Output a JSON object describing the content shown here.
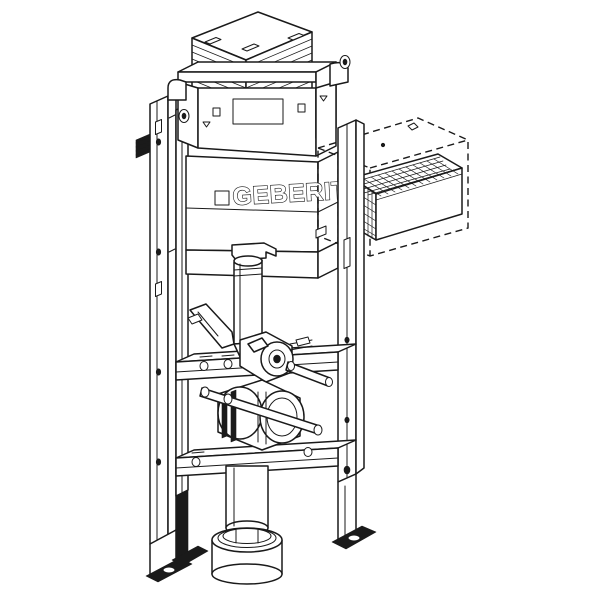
{
  "drawing": {
    "title": "Geberit concealed cistern installation frame",
    "view": "isometric line drawing",
    "background_color": "#ffffff",
    "line_color": "#1a1a1a",
    "brand_label": "GEBERIT"
  },
  "components": {
    "top_cover": {
      "name": "ribbed protective cover",
      "label": ""
    },
    "cistern": {
      "name": "concealed cistern body",
      "label": "GEBERIT"
    },
    "access_panel": {
      "name": "inspection opening",
      "label": ""
    },
    "insulation_block": {
      "name": "ribbed insulation mat (phantom)",
      "label": ""
    },
    "phantom_outline": {
      "name": "dashed installation envelope",
      "label": ""
    },
    "flush_pipe": {
      "name": "flush pipe connector",
      "label": ""
    },
    "wc_connector": {
      "name": "WC outlet bend",
      "label": ""
    },
    "threaded_rods": {
      "name": "WC mounting studs",
      "label": ""
    },
    "drain_pipe": {
      "name": "waste outlet pipe",
      "label": ""
    },
    "waste_ring": {
      "name": "waste pipe socket ring",
      "label": ""
    },
    "left_rail": {
      "name": "left vertical frame rail",
      "label": ""
    },
    "right_rail": {
      "name": "right vertical frame rail",
      "label": ""
    },
    "feet": {
      "name": "adjustable feet",
      "label": ""
    },
    "crossbars": {
      "name": "horizontal frame crossbars",
      "label": ""
    }
  },
  "chart_data": {
    "type": "table",
    "title": "Geberit concealed cistern installation frame",
    "categories": [],
    "values": []
  }
}
